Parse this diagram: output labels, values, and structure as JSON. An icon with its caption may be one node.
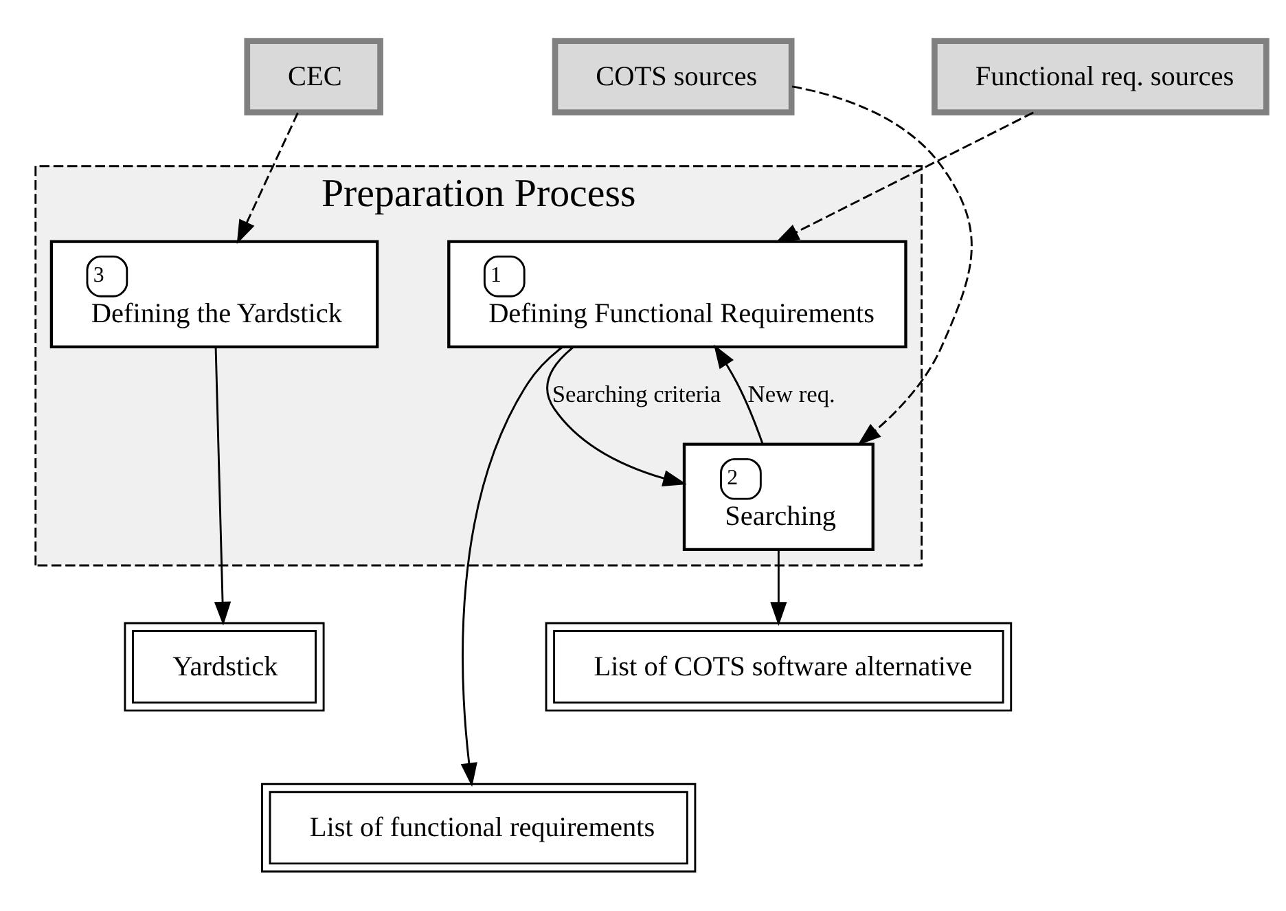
{
  "diagram": {
    "nodes": [
      {
        "text": [
          "CEC"
        ]
      },
      {
        "text": [
          "COTS sources"
        ]
      },
      {
        "text": [
          "Functional req. sources"
        ]
      },
      {
        "text": [
          "Preparation Process"
        ]
      },
      {
        "text": [
          "1",
          "Defining Functional Requirements"
        ],
        "in": 3
      },
      {
        "text": [
          "2",
          "Searching"
        ],
        "in": 3
      },
      {
        "text": [
          "3",
          "Defining the Yardstick"
        ],
        "in": 3
      },
      {
        "text": [
          "Yardstick"
        ]
      },
      {
        "text": [
          "List of COTS software alternative"
        ]
      },
      {
        "text": [
          "List of functional requirements"
        ]
      }
    ],
    "edges": [
      {
        "from": 0,
        "to": 6,
        "arrow": "to",
        "style": "dashed"
      },
      {
        "from": 1,
        "to": 5,
        "arrow": "to",
        "style": "dashed"
      },
      {
        "from": 2,
        "to": 4,
        "arrow": "to",
        "style": "dashed"
      },
      {
        "from": 5,
        "to": 4,
        "arrow": "to",
        "label": "New req."
      },
      {
        "from": 4,
        "to": 5,
        "arrow": "to",
        "label": "Searching criteria"
      },
      {
        "from": 6,
        "to": 7,
        "arrow": "to"
      },
      {
        "from": 5,
        "to": 8,
        "arrow": "to"
      },
      {
        "from": 4,
        "to": 9,
        "arrow": "to"
      }
    ]
  }
}
